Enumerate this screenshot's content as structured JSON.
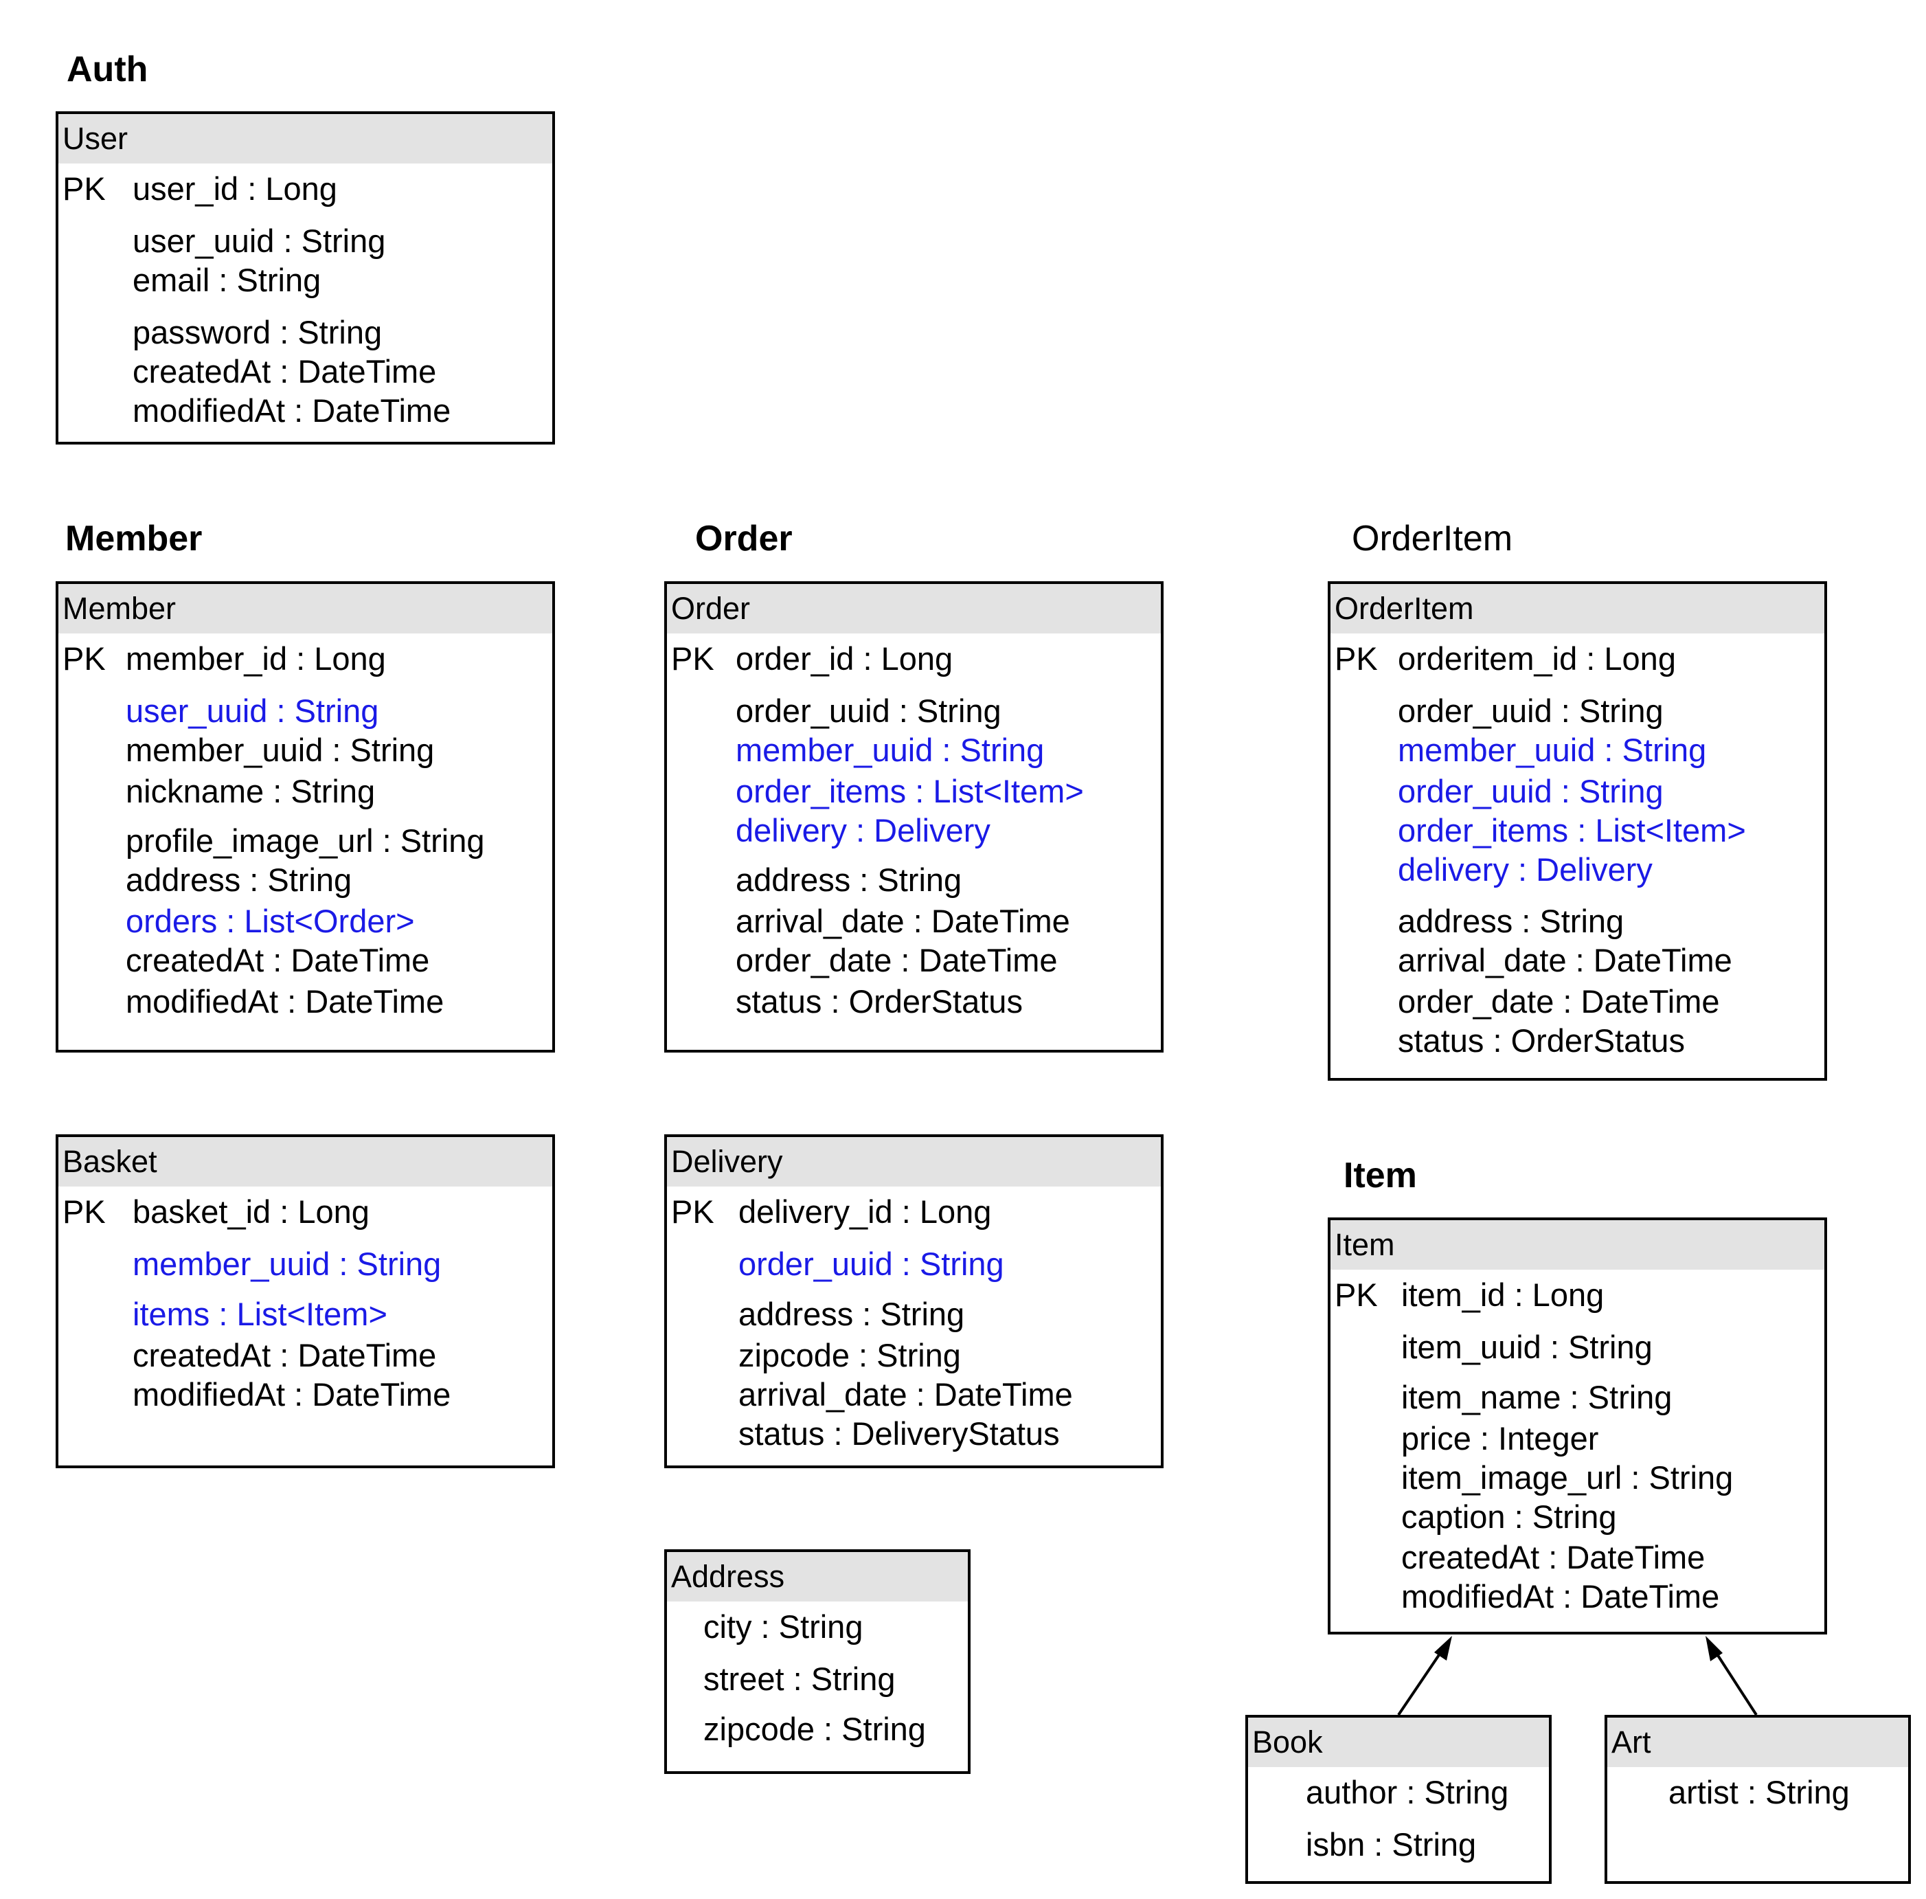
{
  "colors": {
    "header_fill": "#e3e3e3",
    "border": "#000000",
    "reference_attribute": "#1a1ae6",
    "text": "#000000"
  },
  "sections": {
    "auth": "Auth",
    "member": "Member",
    "order": "Order",
    "orderitem": "OrderItem",
    "item": "Item"
  },
  "entities": {
    "user": {
      "name": "User",
      "pk": "PK",
      "attributes": [
        "user_id : Long",
        "user_uuid : String",
        "email : String",
        "password : String",
        "createdAt : DateTime",
        "modifiedAt : DateTime"
      ]
    },
    "member": {
      "name": "Member",
      "pk": "PK",
      "attributes": [
        "member_id : Long",
        "user_uuid : String",
        "member_uuid : String",
        "nickname : String",
        "profile_image_url : String",
        "address : String",
        "orders : List<Order>",
        "createdAt : DateTime",
        "modifiedAt : DateTime"
      ]
    },
    "order": {
      "name": "Order",
      "pk": "PK",
      "attributes": [
        "order_id : Long",
        "order_uuid : String",
        "member_uuid : String",
        "order_items : List<Item>",
        "delivery : Delivery",
        "address : String",
        "arrival_date : DateTime",
        "order_date : DateTime",
        "status : OrderStatus"
      ]
    },
    "orderitem": {
      "name": "OrderItem",
      "pk": "PK",
      "attributes": [
        "orderitem_id : Long",
        "order_uuid : String",
        "member_uuid : String",
        "order_uuid : String",
        "order_items : List<Item>",
        "delivery : Delivery",
        "address : String",
        "arrival_date : DateTime",
        "order_date : DateTime",
        "status : OrderStatus"
      ]
    },
    "basket": {
      "name": "Basket",
      "pk": "PK",
      "attributes": [
        "basket_id : Long",
        "member_uuid : String",
        "items : List<Item>",
        "createdAt : DateTime",
        "modifiedAt : DateTime"
      ]
    },
    "delivery": {
      "name": "Delivery",
      "pk": "PK",
      "attributes": [
        "delivery_id : Long",
        "order_uuid : String",
        "address : String",
        "zipcode : String",
        "arrival_date : DateTime",
        "status : DeliveryStatus"
      ]
    },
    "address": {
      "name": "Address",
      "attributes": [
        "city : String",
        "street : String",
        "zipcode : String"
      ]
    },
    "item": {
      "name": "Item",
      "pk": "PK",
      "attributes": [
        "item_id : Long",
        "item_uuid : String",
        "item_name : String",
        "price : Integer",
        "item_image_url : String",
        "caption : String",
        "createdAt : DateTime",
        "modifiedAt : DateTime"
      ]
    },
    "book": {
      "name": "Book",
      "attributes": [
        "author : String",
        "isbn : String"
      ]
    },
    "art": {
      "name": "Art",
      "attributes": [
        "artist : String"
      ]
    }
  }
}
